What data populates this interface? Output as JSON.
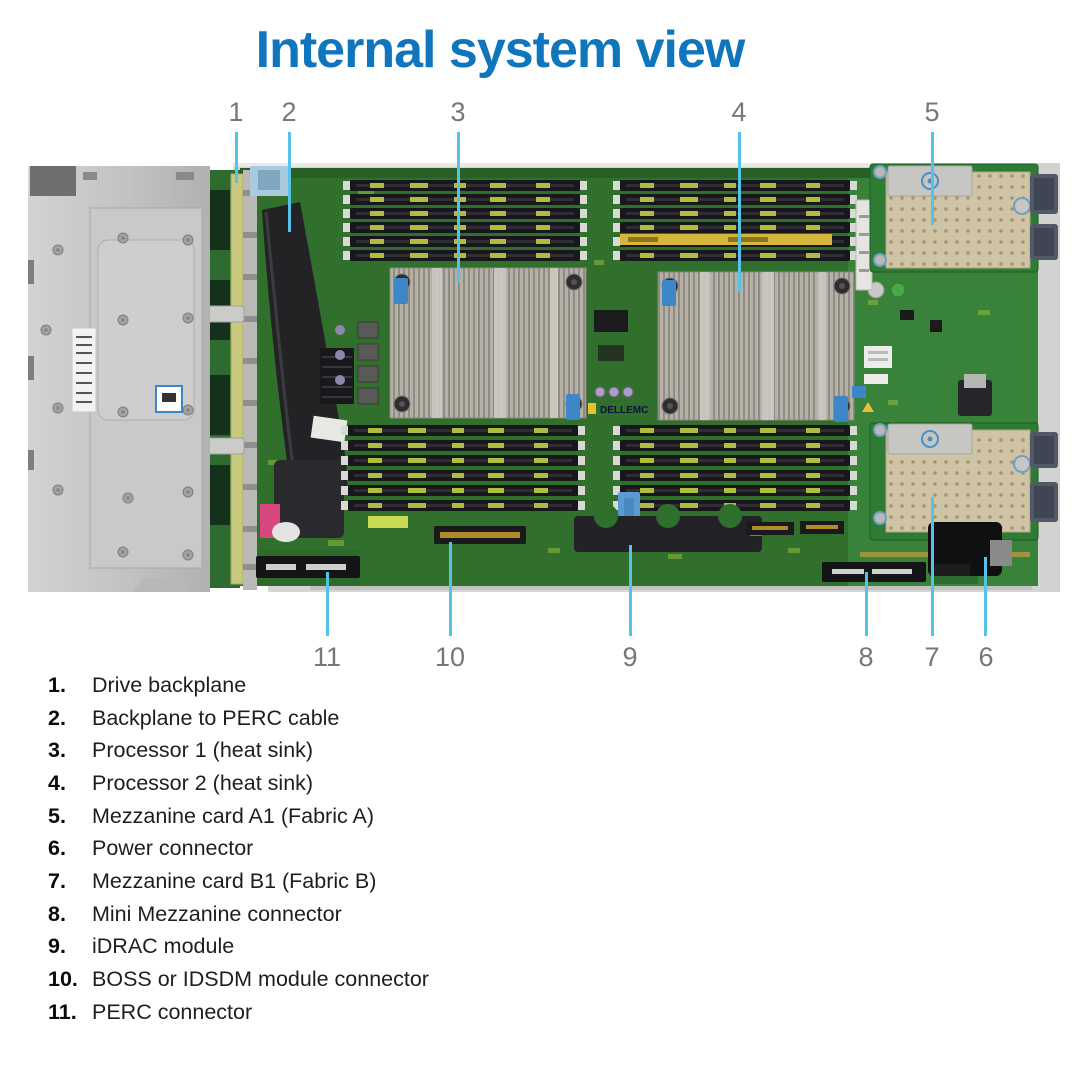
{
  "title": "Internal system view",
  "colors": {
    "title_blue": "#0F76BD",
    "line_blue": "#56C2E8",
    "number_gray": "#76777B",
    "legend_number": "#0A0A0A",
    "legend_text": "#1E1E20"
  },
  "board": {
    "logo_text": "DELLEMC"
  },
  "callouts": {
    "top": [
      {
        "label": "1"
      },
      {
        "label": "2"
      },
      {
        "label": "3"
      },
      {
        "label": "4"
      },
      {
        "label": "5"
      }
    ],
    "bottom": [
      {
        "label": "11"
      },
      {
        "label": "10"
      },
      {
        "label": "9"
      },
      {
        "label": "8"
      },
      {
        "label": "7"
      },
      {
        "label": "6"
      }
    ]
  },
  "legend": {
    "items": [
      {
        "num": "1.",
        "label": "Drive backplane"
      },
      {
        "num": "2.",
        "label": "Backplane to PERC cable"
      },
      {
        "num": "3.",
        "label": "Processor 1 (heat sink)"
      },
      {
        "num": "4.",
        "label": "Processor 2 (heat sink)"
      },
      {
        "num": "5.",
        "label": "Mezzanine card A1 (Fabric A)"
      },
      {
        "num": "6.",
        "label": "Power connector"
      },
      {
        "num": "7.",
        "label": "Mezzanine card B1 (Fabric B)"
      },
      {
        "num": "8.",
        "label": "Mini Mezzanine connector"
      },
      {
        "num": "9.",
        "label": "iDRAC module"
      },
      {
        "num": "10.",
        "label": "BOSS or IDSDM module connector"
      },
      {
        "num": "11.",
        "label": "PERC connector"
      }
    ]
  }
}
